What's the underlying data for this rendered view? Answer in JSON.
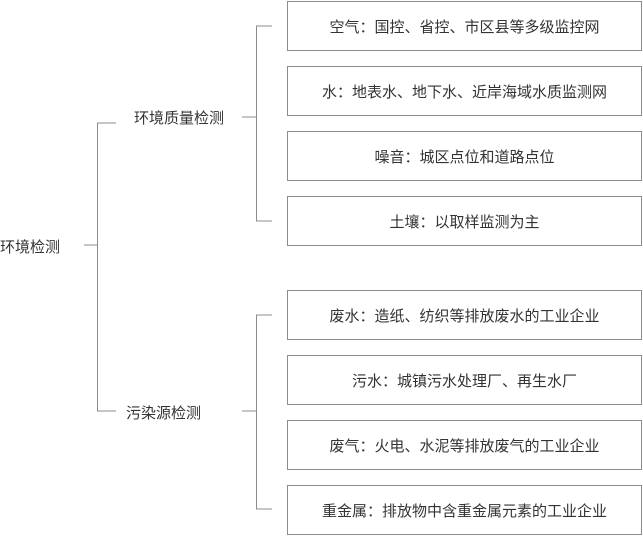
{
  "root": {
    "label": "环境检测",
    "branches": [
      {
        "label": "环境质量检测",
        "leaves": [
          "空气：国控、省控、市区县等多级监控网",
          "水：地表水、地下水、近岸海域水质监测网",
          "噪音：城区点位和道路点位",
          "土壤：以取样监测为主"
        ]
      },
      {
        "label": "污染源检测",
        "leaves": [
          "废水：造纸、纺织等排放废水的工业企业",
          "污水：城镇污水处理厂、再生水厂",
          "废气：火电、水泥等排放废气的工业企业",
          "重金属：排放物中含重金属元素的工业企业"
        ]
      }
    ]
  },
  "colors": {
    "line": "#8c8c8c",
    "box_border": "#8c8c8c",
    "text": "#333333"
  }
}
